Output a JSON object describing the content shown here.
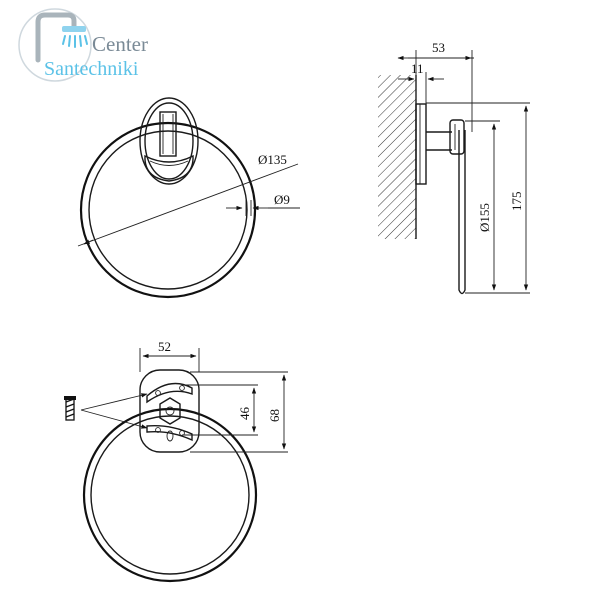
{
  "logo": {
    "name_line1": "Center",
    "name_line2": "Santechniki",
    "colors": {
      "gray": "#7a8a96",
      "blue": "#5bc2e7"
    },
    "icon": "shower-head-icon"
  },
  "dimensions": {
    "ring_outer_diameter": "Ø135",
    "rod_diameter": "Ø9",
    "side_depth": "53",
    "base_thickness": "11",
    "side_ring_diameter": "Ø155",
    "total_height": "175",
    "plate_width": "52",
    "hole_spacing": "46",
    "plate_height": "68"
  },
  "colors": {
    "line": "#1a1a1a",
    "background": "#ffffff"
  }
}
